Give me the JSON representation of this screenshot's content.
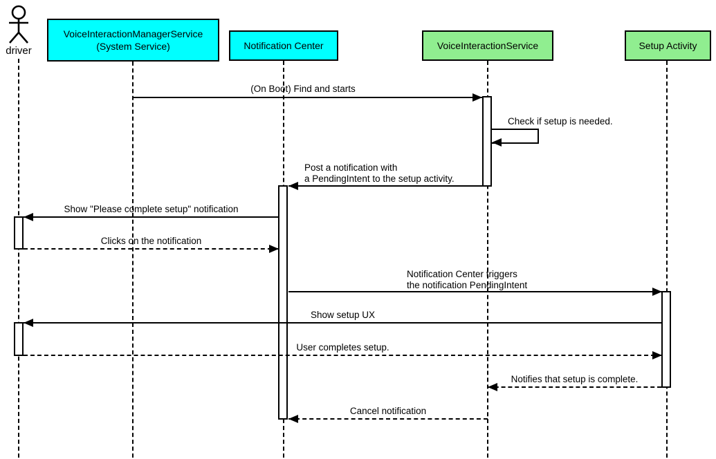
{
  "participants": {
    "driver": {
      "label": "driver",
      "type": "actor"
    },
    "manager_service": {
      "line1": "VoiceInteractionManagerService",
      "line2": "(System Service)",
      "fill": "#00ffff"
    },
    "notification_center": {
      "label": "Notification Center",
      "fill": "#00ffff"
    },
    "voice_interaction_service": {
      "label": "VoiceInteractionService",
      "fill": "#90ee90"
    },
    "setup_activity": {
      "label": "Setup Activity",
      "fill": "#90ee90"
    }
  },
  "messages": {
    "on_boot_find_and_starts": {
      "label": "(On Boot) Find and starts",
      "style": "solid"
    },
    "check_if_setup_needed": {
      "label": "Check if setup is needed.",
      "style": "solid-self"
    },
    "post_notification": {
      "line1": "Post a notification with",
      "line2": "a PendingIntent to the setup activity.",
      "style": "solid"
    },
    "show_please_complete_setup": {
      "label": "Show \"Please complete setup\" notification",
      "style": "solid"
    },
    "clicks_on_notification": {
      "label": "Clicks on the notification",
      "style": "dashed"
    },
    "triggers_pendingintent": {
      "line1": "Notification Center triggers",
      "line2": "the notification PendingIntent",
      "style": "solid"
    },
    "show_setup_ux": {
      "label": "Show setup UX",
      "style": "solid"
    },
    "user_completes_setup": {
      "label": "User completes setup.",
      "style": "dashed"
    },
    "notifies_setup_complete": {
      "label": "Notifies that setup is complete.",
      "style": "dashed"
    },
    "cancel_notification": {
      "label": "Cancel notification",
      "style": "dashed"
    }
  },
  "colors": {
    "cyan_fill": "#00ffff",
    "green_fill": "#90ee90",
    "line": "#000000",
    "background": "#ffffff"
  }
}
